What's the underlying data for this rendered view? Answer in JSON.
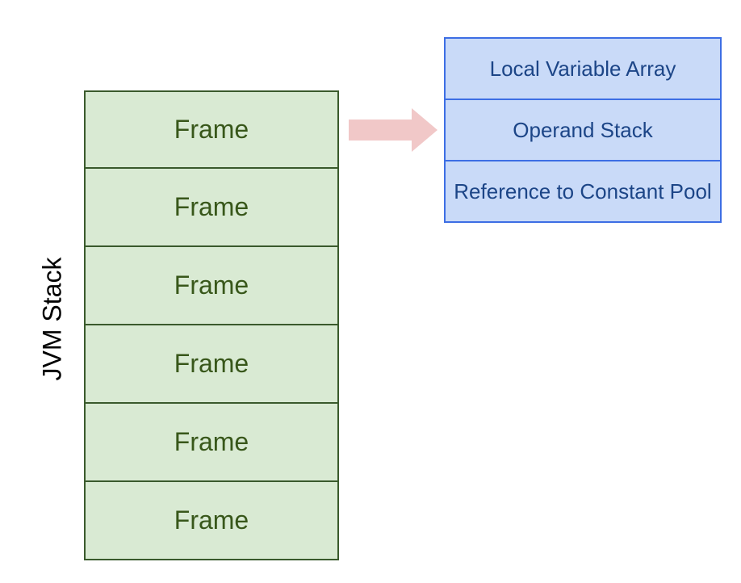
{
  "stack_label": "JVM Stack",
  "frames": [
    "Frame",
    "Frame",
    "Frame",
    "Frame",
    "Frame",
    "Frame"
  ],
  "frame_details": [
    "Local Variable Array",
    "Operand Stack",
    "Reference to Constant Pool"
  ],
  "colors": {
    "frame_fill": "#d9ead3",
    "frame_border": "#3a5a2c",
    "frame_text": "#38571a",
    "detail_fill": "#c9daf8",
    "detail_border": "#3d6ee4",
    "detail_text": "#1c4587",
    "arrow": "#f1c8c8"
  }
}
